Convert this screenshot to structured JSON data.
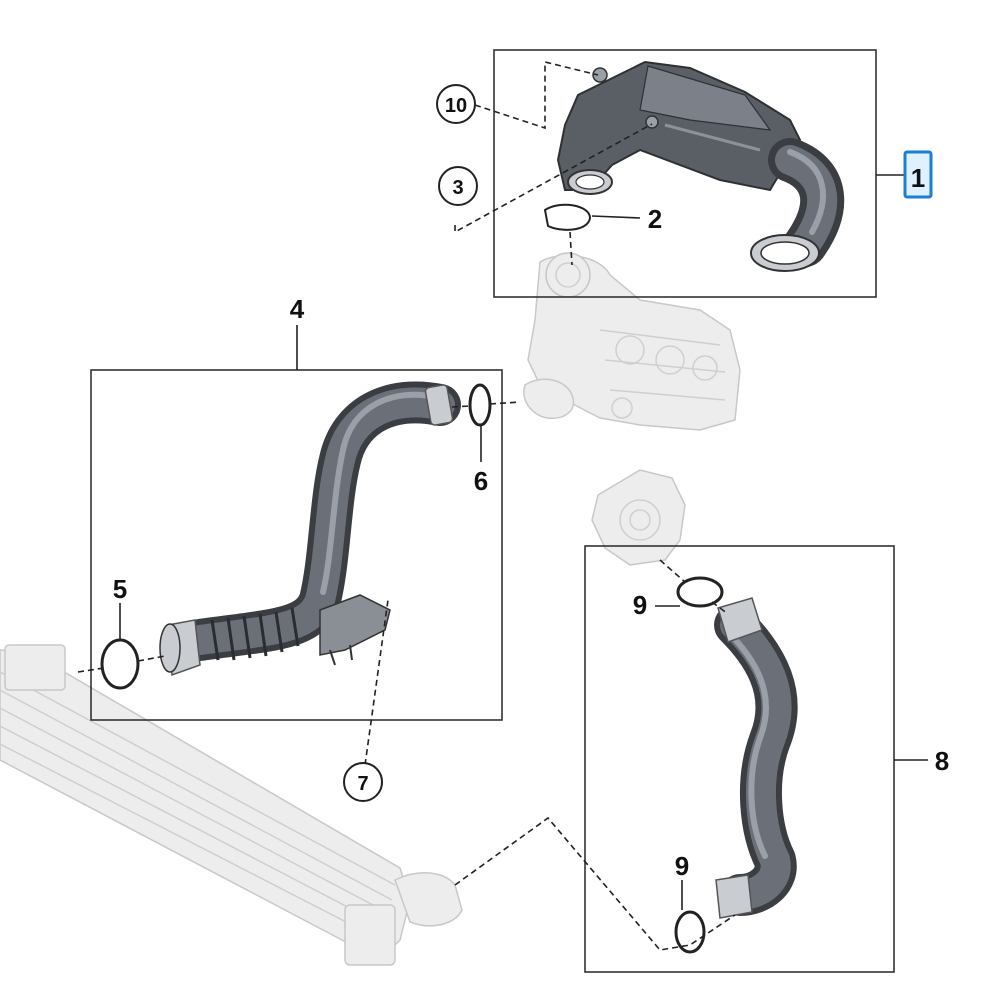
{
  "callouts": {
    "c1": "1",
    "c2": "2",
    "c3": "3",
    "c4": "4",
    "c5": "5",
    "c6": "6",
    "c7": "7",
    "c8": "8",
    "c9a": "9",
    "c9b": "9",
    "c10": "10"
  },
  "colors": {
    "highlight": "#1a7fd6",
    "hose": "#3a3d42",
    "ghost": "#ededed"
  }
}
